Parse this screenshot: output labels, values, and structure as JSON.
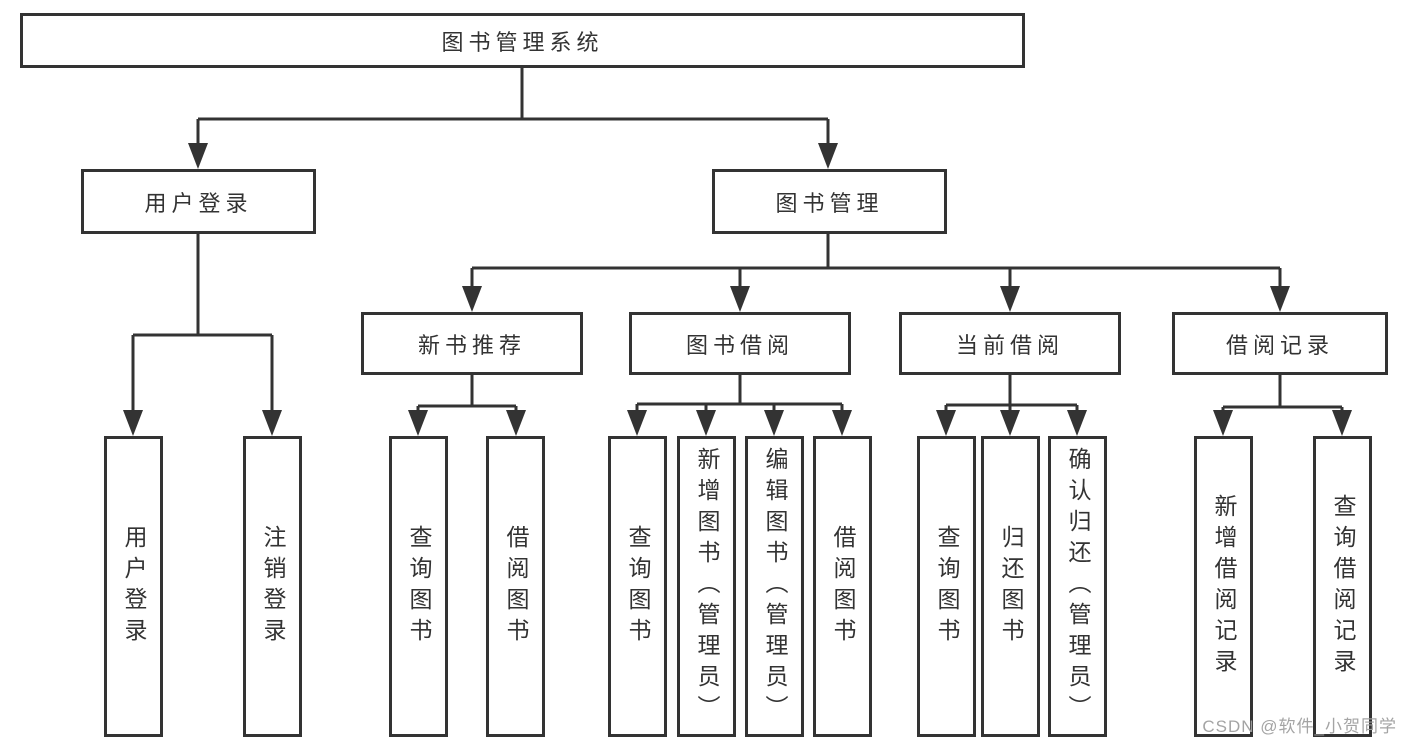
{
  "diagram": {
    "root": {
      "label": "图书管理系统"
    },
    "level2": {
      "user_login": {
        "label": "用户登录"
      },
      "book_management": {
        "label": "图书管理"
      }
    },
    "level3": {
      "new_book_recommend": {
        "label": "新书推荐"
      },
      "book_borrow": {
        "label": "图书借阅"
      },
      "current_borrow": {
        "label": "当前借阅"
      },
      "borrow_record": {
        "label": "借阅记录"
      }
    },
    "leaves": {
      "user_login": [
        "用户登录",
        "注销登录"
      ],
      "new_book_recommend": [
        "查询图书",
        "借阅图书"
      ],
      "book_borrow": [
        "查询图书",
        "新增图书（管理员）",
        "编辑图书（管理员）",
        "借阅图书"
      ],
      "current_borrow": [
        "查询图书",
        "归还图书",
        "确认归还（管理员）"
      ],
      "borrow_record": [
        "新增借阅记录",
        "查询借阅记录"
      ]
    }
  },
  "watermark": {
    "text": "CSDN @软件_小贺同学"
  },
  "colors": {
    "line": "#333333",
    "box_border": "#333333",
    "text": "#333333",
    "watermark": "#a0a0a0",
    "background": "#ffffff"
  }
}
